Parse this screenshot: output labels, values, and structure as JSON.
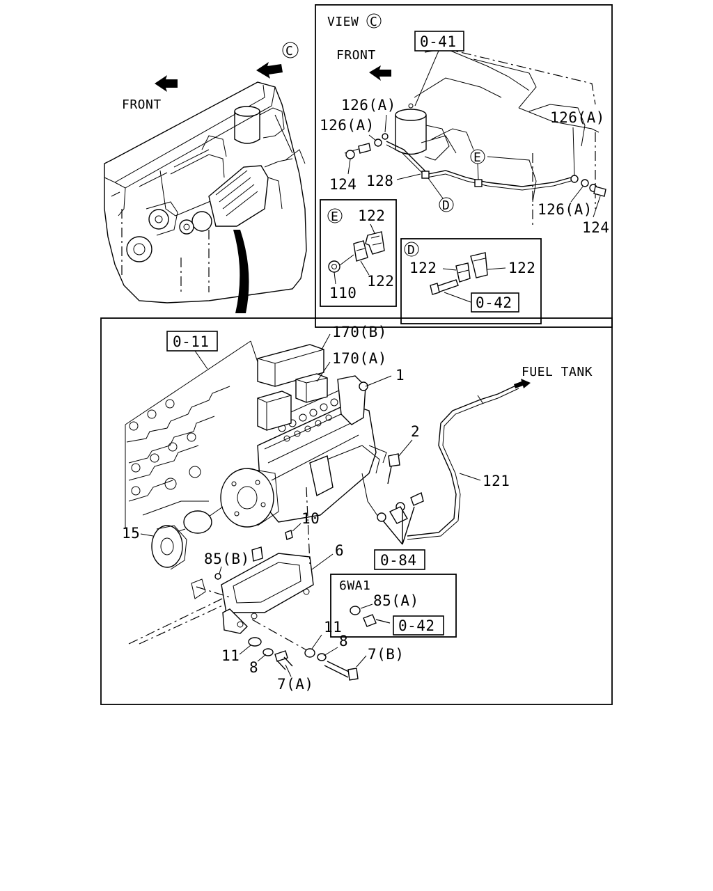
{
  "overview": {
    "view_marker": "C",
    "front_label": "FRONT"
  },
  "view_c": {
    "title": "VIEW",
    "title_marker": "C",
    "front_label": "FRONT",
    "ref_box": "0-41",
    "labels": {
      "p126a_1": "126(A)",
      "p126a_2": "126(A)",
      "p126a_3": "126(A)",
      "p126a_4": "126(A)",
      "p124_1": "124",
      "p124_2": "124",
      "p128": "128"
    },
    "markers": {
      "e": "E",
      "d": "D"
    }
  },
  "detail_e": {
    "marker": "E",
    "labels": {
      "p122_top": "122",
      "p122_bottom": "122",
      "p110": "110"
    }
  },
  "detail_d": {
    "marker": "D",
    "labels": {
      "p122_left": "122",
      "p122_right": "122"
    },
    "ref_box": "0-42"
  },
  "main": {
    "ref_boxes": {
      "r011": "0-11",
      "r084": "0-84"
    },
    "fuel_tank_label": "FUEL TANK",
    "labels": {
      "p170b": "170(B)",
      "p170a": "170(A)",
      "p1": "1",
      "p2": "2",
      "p121": "121",
      "p15": "15",
      "p10": "10",
      "p85b": "85(B)",
      "p6": "6",
      "p11_left": "11",
      "p8_left": "8",
      "p7a": "7(A)",
      "p11_right": "11",
      "p8_right": "8",
      "p7b": "7(B)"
    },
    "variant_box": {
      "title": "6WA1",
      "p85a": "85(A)",
      "ref_box": "0-42"
    }
  }
}
